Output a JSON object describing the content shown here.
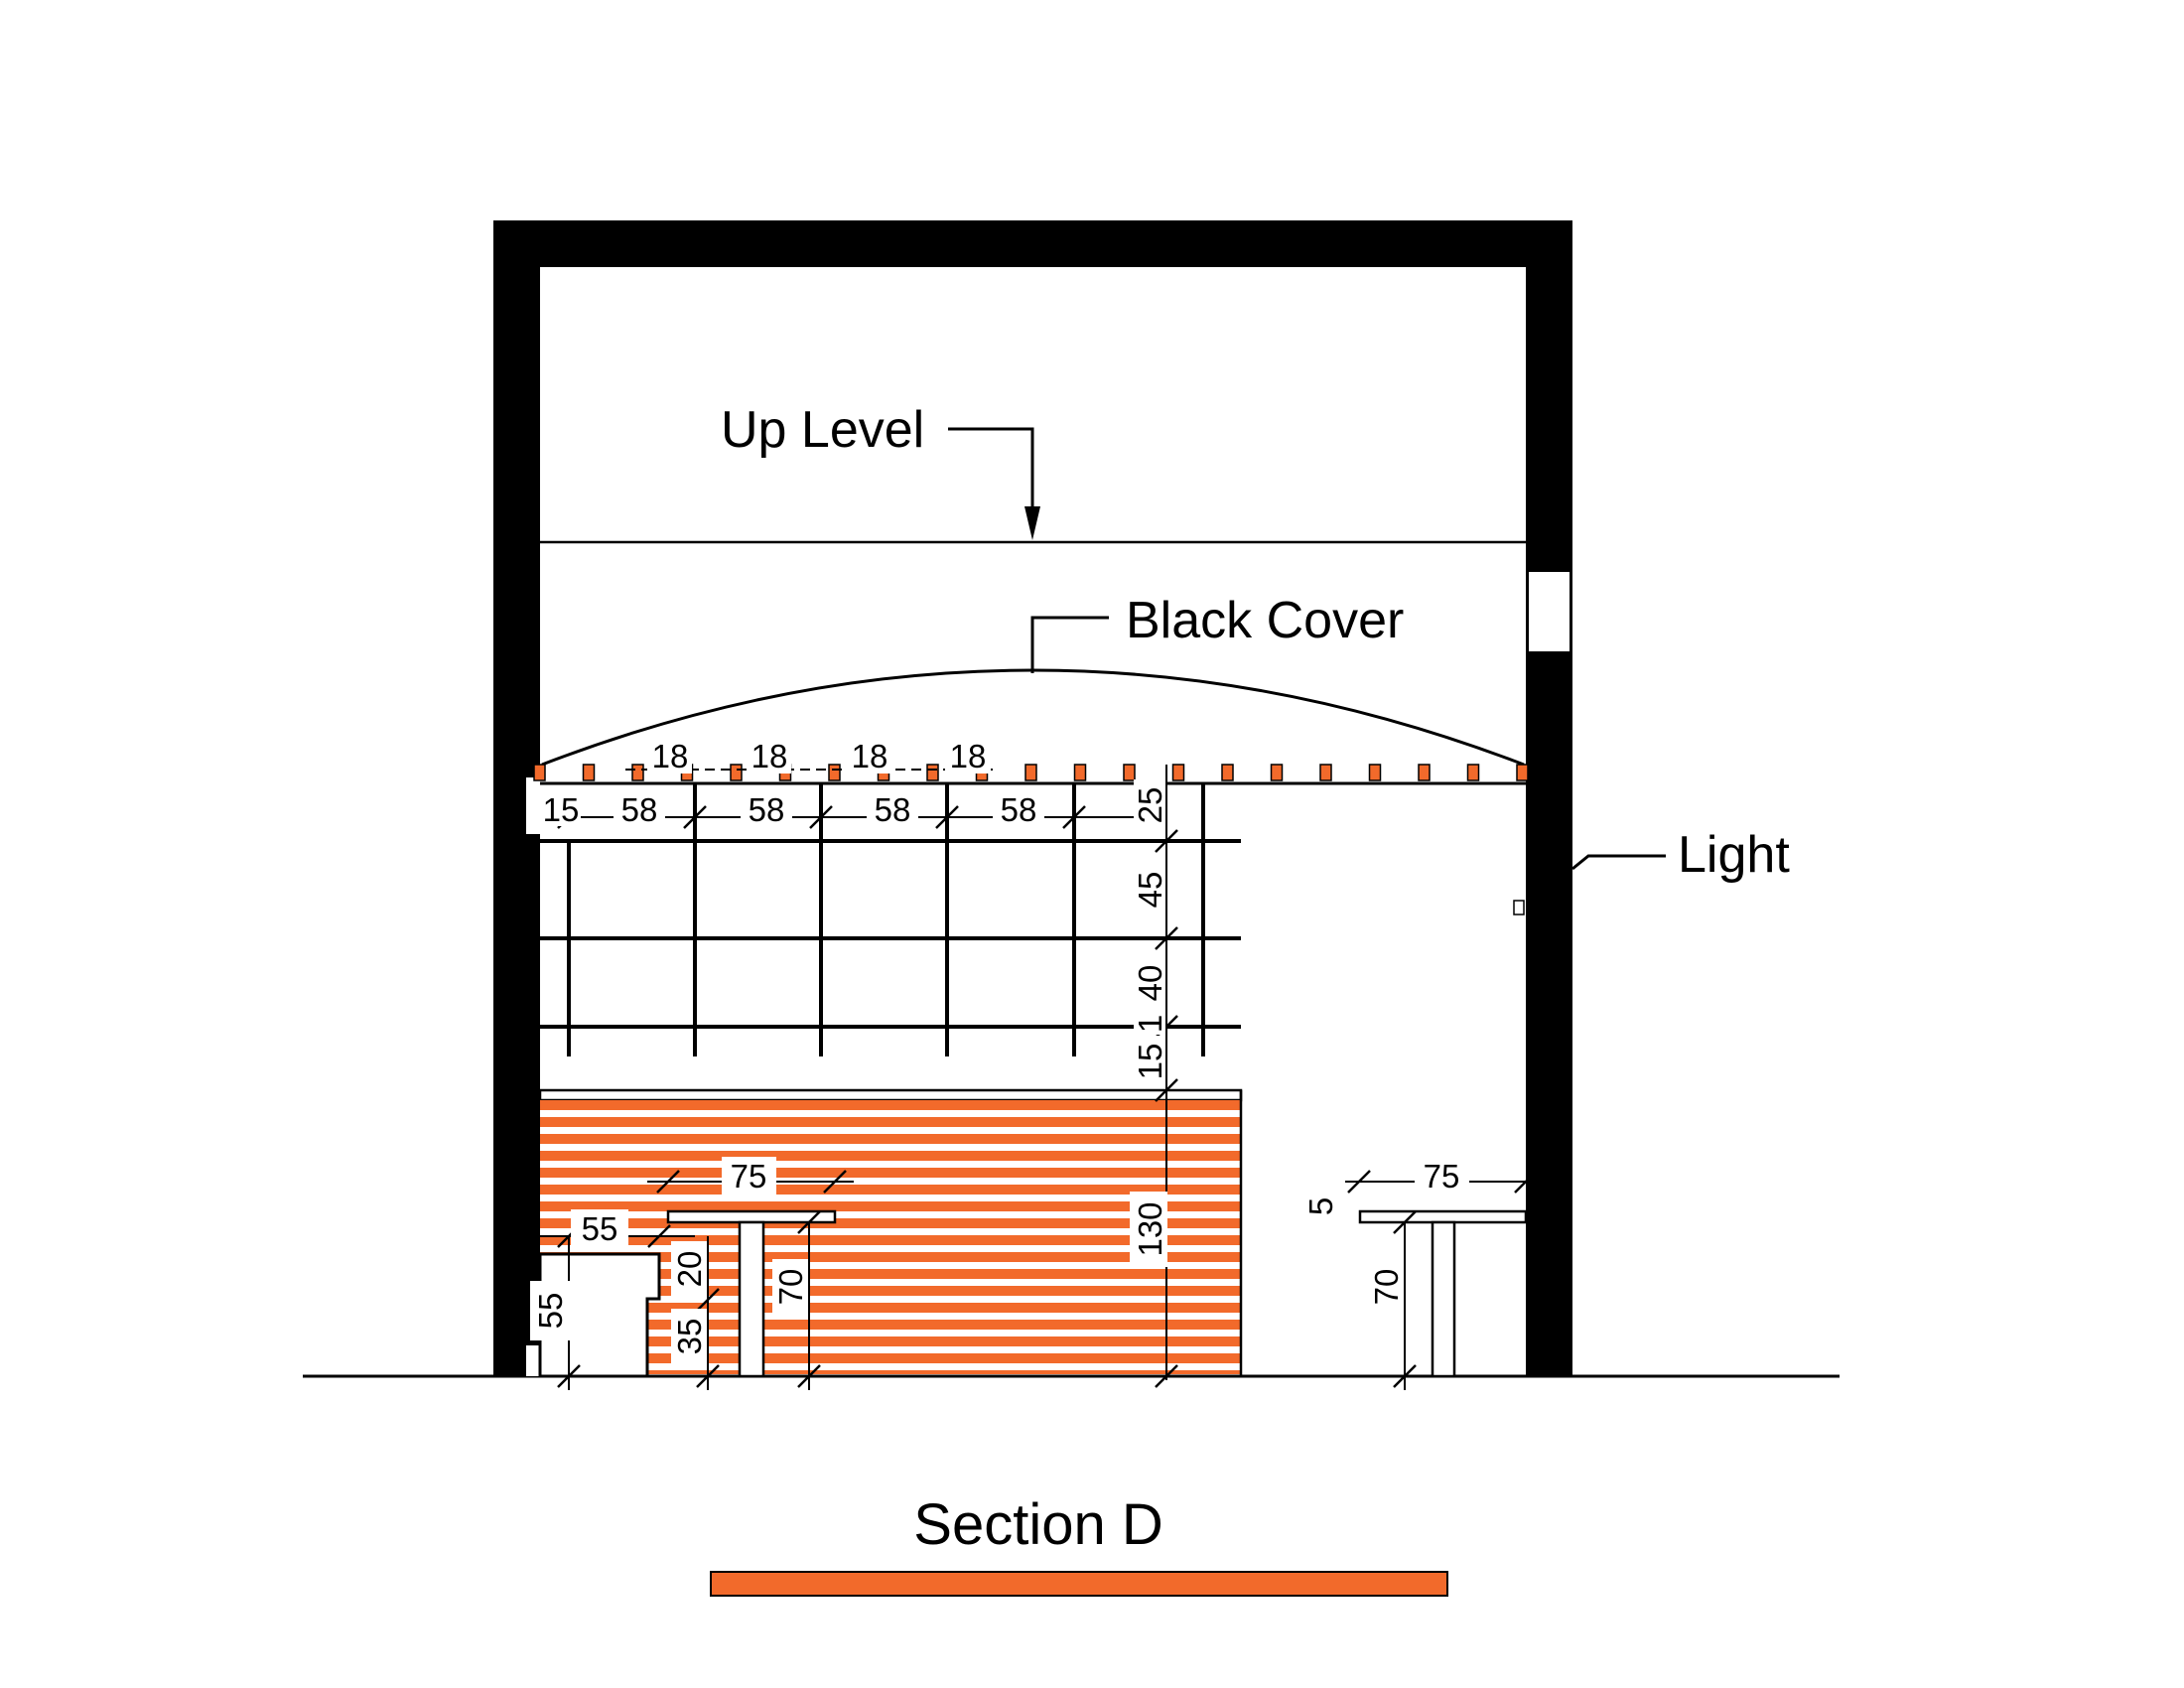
{
  "labels": {
    "up_level": "Up Level",
    "black_cover": "Black Cover",
    "light": "Light",
    "section_title": "Section D"
  },
  "dimensions": {
    "gap_top_1": "18",
    "gap_top_2": "18",
    "gap_top_3": "18",
    "gap_top_4": "18",
    "grid_start": "15",
    "grid_bay_1": "58",
    "grid_bay_2": "58",
    "grid_bay_3": "58",
    "grid_bay_4": "58",
    "v_top": "25",
    "v_row_1": "45",
    "v_row_2": "40",
    "v_small": "1",
    "v_lower": "15",
    "counter_height": "130",
    "table_left_width": "75",
    "bench_width": "55",
    "bench_height": "55",
    "table_left_top_gap": "20",
    "bench_low": "35",
    "table_left_height": "70",
    "table_right_width": "75",
    "table_right_top": "5",
    "table_right_height": "70"
  },
  "colors": {
    "accent": "#f26a2b",
    "line": "#000000",
    "background": "#ffffff"
  }
}
